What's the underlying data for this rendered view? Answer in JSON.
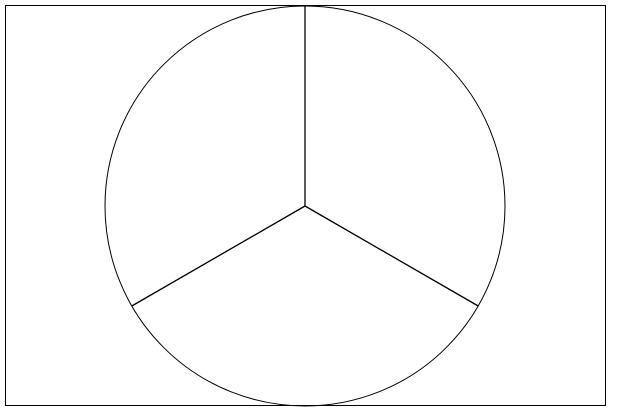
{
  "diagram": {
    "shape": "circle divided into equal sectors",
    "sector_count": 3,
    "divider_angles_deg": [
      90,
      210,
      330
    ],
    "stroke_color": "#000000",
    "background_color": "#ffffff",
    "frame_border": true
  }
}
